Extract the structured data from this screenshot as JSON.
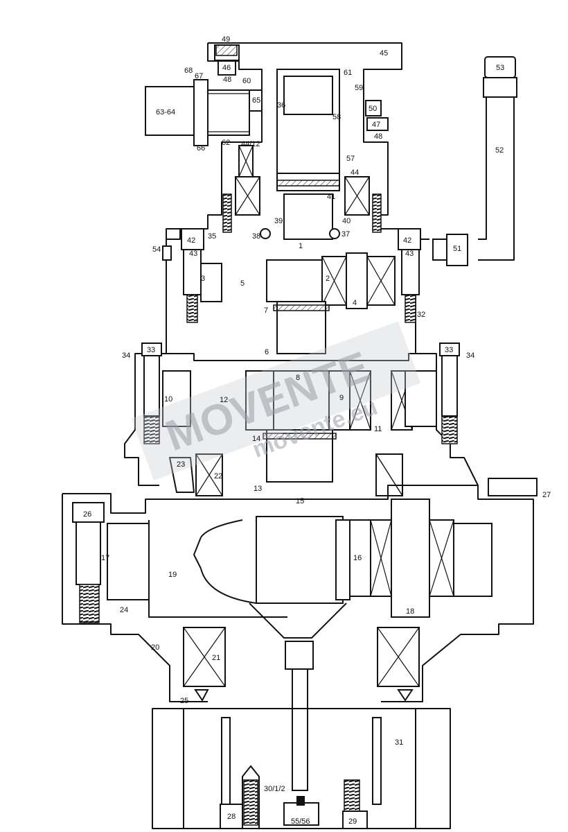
{
  "labels": [
    {
      "id": "49",
      "text": "49"
    },
    {
      "id": "45",
      "text": "45"
    },
    {
      "id": "46",
      "text": "46"
    },
    {
      "id": "48a",
      "text": "48"
    },
    {
      "id": "53",
      "text": "53"
    },
    {
      "id": "68",
      "text": "68"
    },
    {
      "id": "67",
      "text": "67"
    },
    {
      "id": "60",
      "text": "60"
    },
    {
      "id": "61",
      "text": "61"
    },
    {
      "id": "59",
      "text": "59"
    },
    {
      "id": "63-64",
      "text": "63-64"
    },
    {
      "id": "65",
      "text": "65"
    },
    {
      "id": "36",
      "text": "36"
    },
    {
      "id": "58",
      "text": "58"
    },
    {
      "id": "50",
      "text": "50"
    },
    {
      "id": "47",
      "text": "47"
    },
    {
      "id": "48b",
      "text": "48"
    },
    {
      "id": "52",
      "text": "52"
    },
    {
      "id": "66",
      "text": "66"
    },
    {
      "id": "62",
      "text": "62"
    },
    {
      "id": "44-12",
      "text": "44/12"
    },
    {
      "id": "57",
      "text": "57"
    },
    {
      "id": "44",
      "text": "44"
    },
    {
      "id": "41",
      "text": "41"
    },
    {
      "id": "39",
      "text": "39"
    },
    {
      "id": "40",
      "text": "40"
    },
    {
      "id": "35",
      "text": "35"
    },
    {
      "id": "38",
      "text": "38"
    },
    {
      "id": "37",
      "text": "37"
    },
    {
      "id": "1",
      "text": "1"
    },
    {
      "id": "42a",
      "text": "42"
    },
    {
      "id": "42b",
      "text": "42"
    },
    {
      "id": "54",
      "text": "54"
    },
    {
      "id": "43a",
      "text": "43"
    },
    {
      "id": "43b",
      "text": "43"
    },
    {
      "id": "51",
      "text": "51"
    },
    {
      "id": "3",
      "text": "3"
    },
    {
      "id": "5",
      "text": "5"
    },
    {
      "id": "2",
      "text": "2"
    },
    {
      "id": "4",
      "text": "4"
    },
    {
      "id": "7",
      "text": "7"
    },
    {
      "id": "32",
      "text": "32"
    },
    {
      "id": "6",
      "text": "6"
    },
    {
      "id": "33a",
      "text": "33"
    },
    {
      "id": "33b",
      "text": "33"
    },
    {
      "id": "34a",
      "text": "34"
    },
    {
      "id": "34b",
      "text": "34"
    },
    {
      "id": "8",
      "text": "8"
    },
    {
      "id": "10",
      "text": "10"
    },
    {
      "id": "12",
      "text": "12"
    },
    {
      "id": "9",
      "text": "9"
    },
    {
      "id": "11",
      "text": "11"
    },
    {
      "id": "14",
      "text": "14"
    },
    {
      "id": "23",
      "text": "23"
    },
    {
      "id": "22",
      "text": "22"
    },
    {
      "id": "13",
      "text": "13"
    },
    {
      "id": "15",
      "text": "15"
    },
    {
      "id": "27",
      "text": "27"
    },
    {
      "id": "26",
      "text": "26"
    },
    {
      "id": "17",
      "text": "17"
    },
    {
      "id": "19",
      "text": "19"
    },
    {
      "id": "16",
      "text": "16"
    },
    {
      "id": "18",
      "text": "18"
    },
    {
      "id": "24",
      "text": "24"
    },
    {
      "id": "20",
      "text": "20"
    },
    {
      "id": "21",
      "text": "21"
    },
    {
      "id": "25",
      "text": "25"
    },
    {
      "id": "31",
      "text": "31"
    },
    {
      "id": "30-1-2",
      "text": "30/1/2"
    },
    {
      "id": "28",
      "text": "28"
    },
    {
      "id": "55-56",
      "text": "55/56"
    },
    {
      "id": "29",
      "text": "29"
    }
  ],
  "watermark": {
    "brand": "MOVENTE",
    "url": "movente.eu"
  },
  "colors": {
    "line": "#111111",
    "watermark": "#9aa0a8"
  }
}
